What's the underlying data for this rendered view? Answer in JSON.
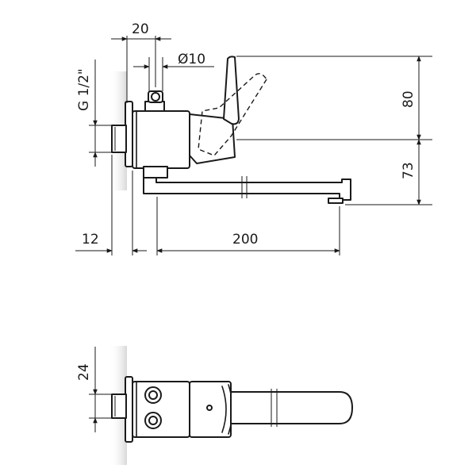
{
  "dimensions": {
    "top_width": "20",
    "diameter": "Ø10",
    "thread": "G 1/2\"",
    "handle_height": "80",
    "spout_height": "73",
    "wall_offset": "12",
    "spout_length": "200",
    "bottom_width": "24"
  },
  "colors": {
    "line": "#1a1a1a",
    "wall_shade": "#e4e4e4"
  }
}
